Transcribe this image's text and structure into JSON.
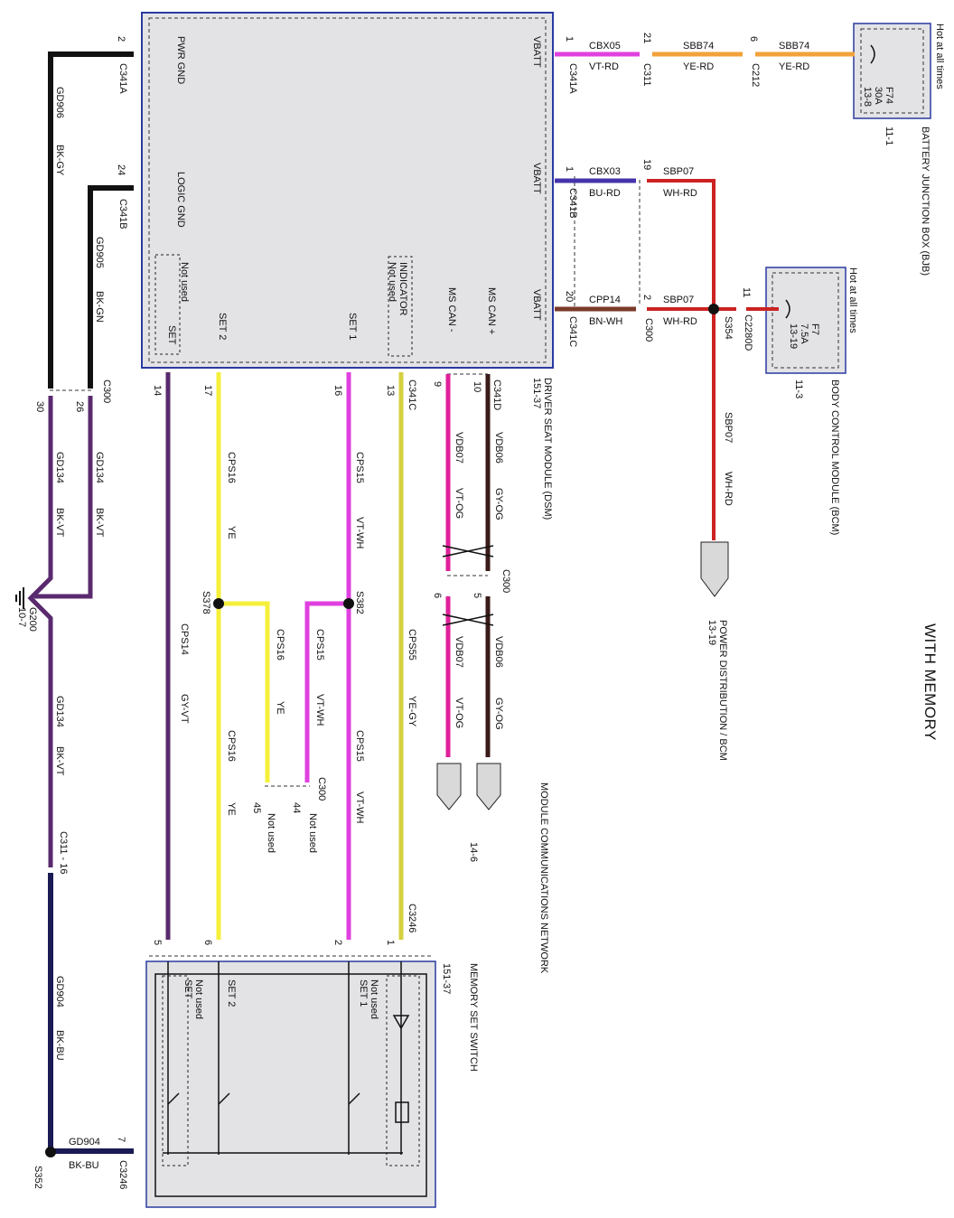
{
  "title": "WITH MEMORY",
  "modules": {
    "dsm": {
      "name": "DRIVER SEAT MODULE (DSM)",
      "ref": "151-37"
    },
    "bjb": {
      "name": "BATTERY JUNCTION BOX (BJB)",
      "ref": "11-1",
      "note": "Hot at all times",
      "fuse": "F74",
      "amps": "30A",
      "grid": "13-8"
    },
    "bcm": {
      "name": "BODY CONTROL MODULE (BCM)",
      "ref": "11-3",
      "note": "Hot at all times",
      "fuse": "F7",
      "amps": "7.5A",
      "grid": "13-19"
    },
    "switch": {
      "name": "MEMORY SET SWITCH",
      "ref": "151-37"
    }
  },
  "pins": {
    "pwr_gnd": "PWR GND",
    "logic_gnd": "LOGIC GND",
    "not_used": "Not used",
    "set": "SET",
    "set2": "SET 2",
    "set1": "SET 1",
    "indicator": "INDICATOR",
    "ms_can_minus": "MS CAN -",
    "ms_can_plus": "MS CAN +",
    "vbatt": "VBATT"
  },
  "connectors": {
    "c341a": "C341A",
    "c341b": "C341B",
    "c341c": "C341C",
    "c341d": "C341D",
    "c311": "C311",
    "c212": "C212",
    "c300": "C300",
    "c2280d": "C2280D",
    "c3246": "C3246",
    "c311_16": "C311 - 16"
  },
  "pin_numbers": {
    "p2": "2",
    "p24": "24",
    "p1": "1",
    "p21": "21",
    "p6": "6",
    "p19": "19",
    "p20": "20",
    "p11": "11",
    "p14": "14",
    "p17": "17",
    "p16": "16",
    "p13": "13",
    "p9": "9",
    "p10": "10",
    "p30": "30",
    "p26": "26",
    "p5": "5",
    "p44": "44",
    "p45": "45",
    "p7": "7"
  },
  "circuits": {
    "cbx05": "CBX05",
    "vt_rd": "VT-RD",
    "sbb74": "SBB74",
    "ye_rd": "YE-RD",
    "cbx03": "CBX03",
    "bu_rd": "BU-RD",
    "sbp07": "SBP07",
    "wh_rd": "WH-RD",
    "cpp14": "CPP14",
    "bn_wh": "BN-WH",
    "gd906": "GD906",
    "bk_gy": "BK-GY",
    "gd905": "GD905",
    "bk_gn": "BK-GN",
    "gd134": "GD134",
    "bk_vt": "BK-VT",
    "gd904": "GD904",
    "bk_bu": "BK-BU",
    "cps14": "CPS14",
    "gy_vt": "GY-VT",
    "cps16": "CPS16",
    "ye": "YE",
    "cps15": "CPS15",
    "vt_wh": "VT-WH",
    "cps55": "CPS55",
    "ye_gy": "YE-GY",
    "vdb07": "VDB07",
    "vt_og": "VT-OG",
    "vdb06": "VDB06",
    "gy_og": "GY-OG"
  },
  "splices": {
    "s354": "S354",
    "s378": "S378",
    "s382": "S382",
    "s352": "S352"
  },
  "ground": {
    "name": "G200",
    "ref": "10-7"
  },
  "destinations": {
    "power": "POWER DISTRIBUTION / BCM",
    "power_ref": "13-19",
    "network": "MODULE COMMUNICATIONS NETWORK",
    "network_ref": "14-6"
  },
  "colors": {
    "black": "#111111",
    "violet_dark": "#5a2a6e",
    "yellow": "#f4f03a",
    "magenta": "#e040e0",
    "red": "#cc2222",
    "orange": "#f2a23a",
    "brown": "#7a3a2a",
    "blue": "#3355cc",
    "navy": "#1a1a55",
    "module_fill": "#e3e3e6",
    "module_border": "#2a3aa0"
  }
}
